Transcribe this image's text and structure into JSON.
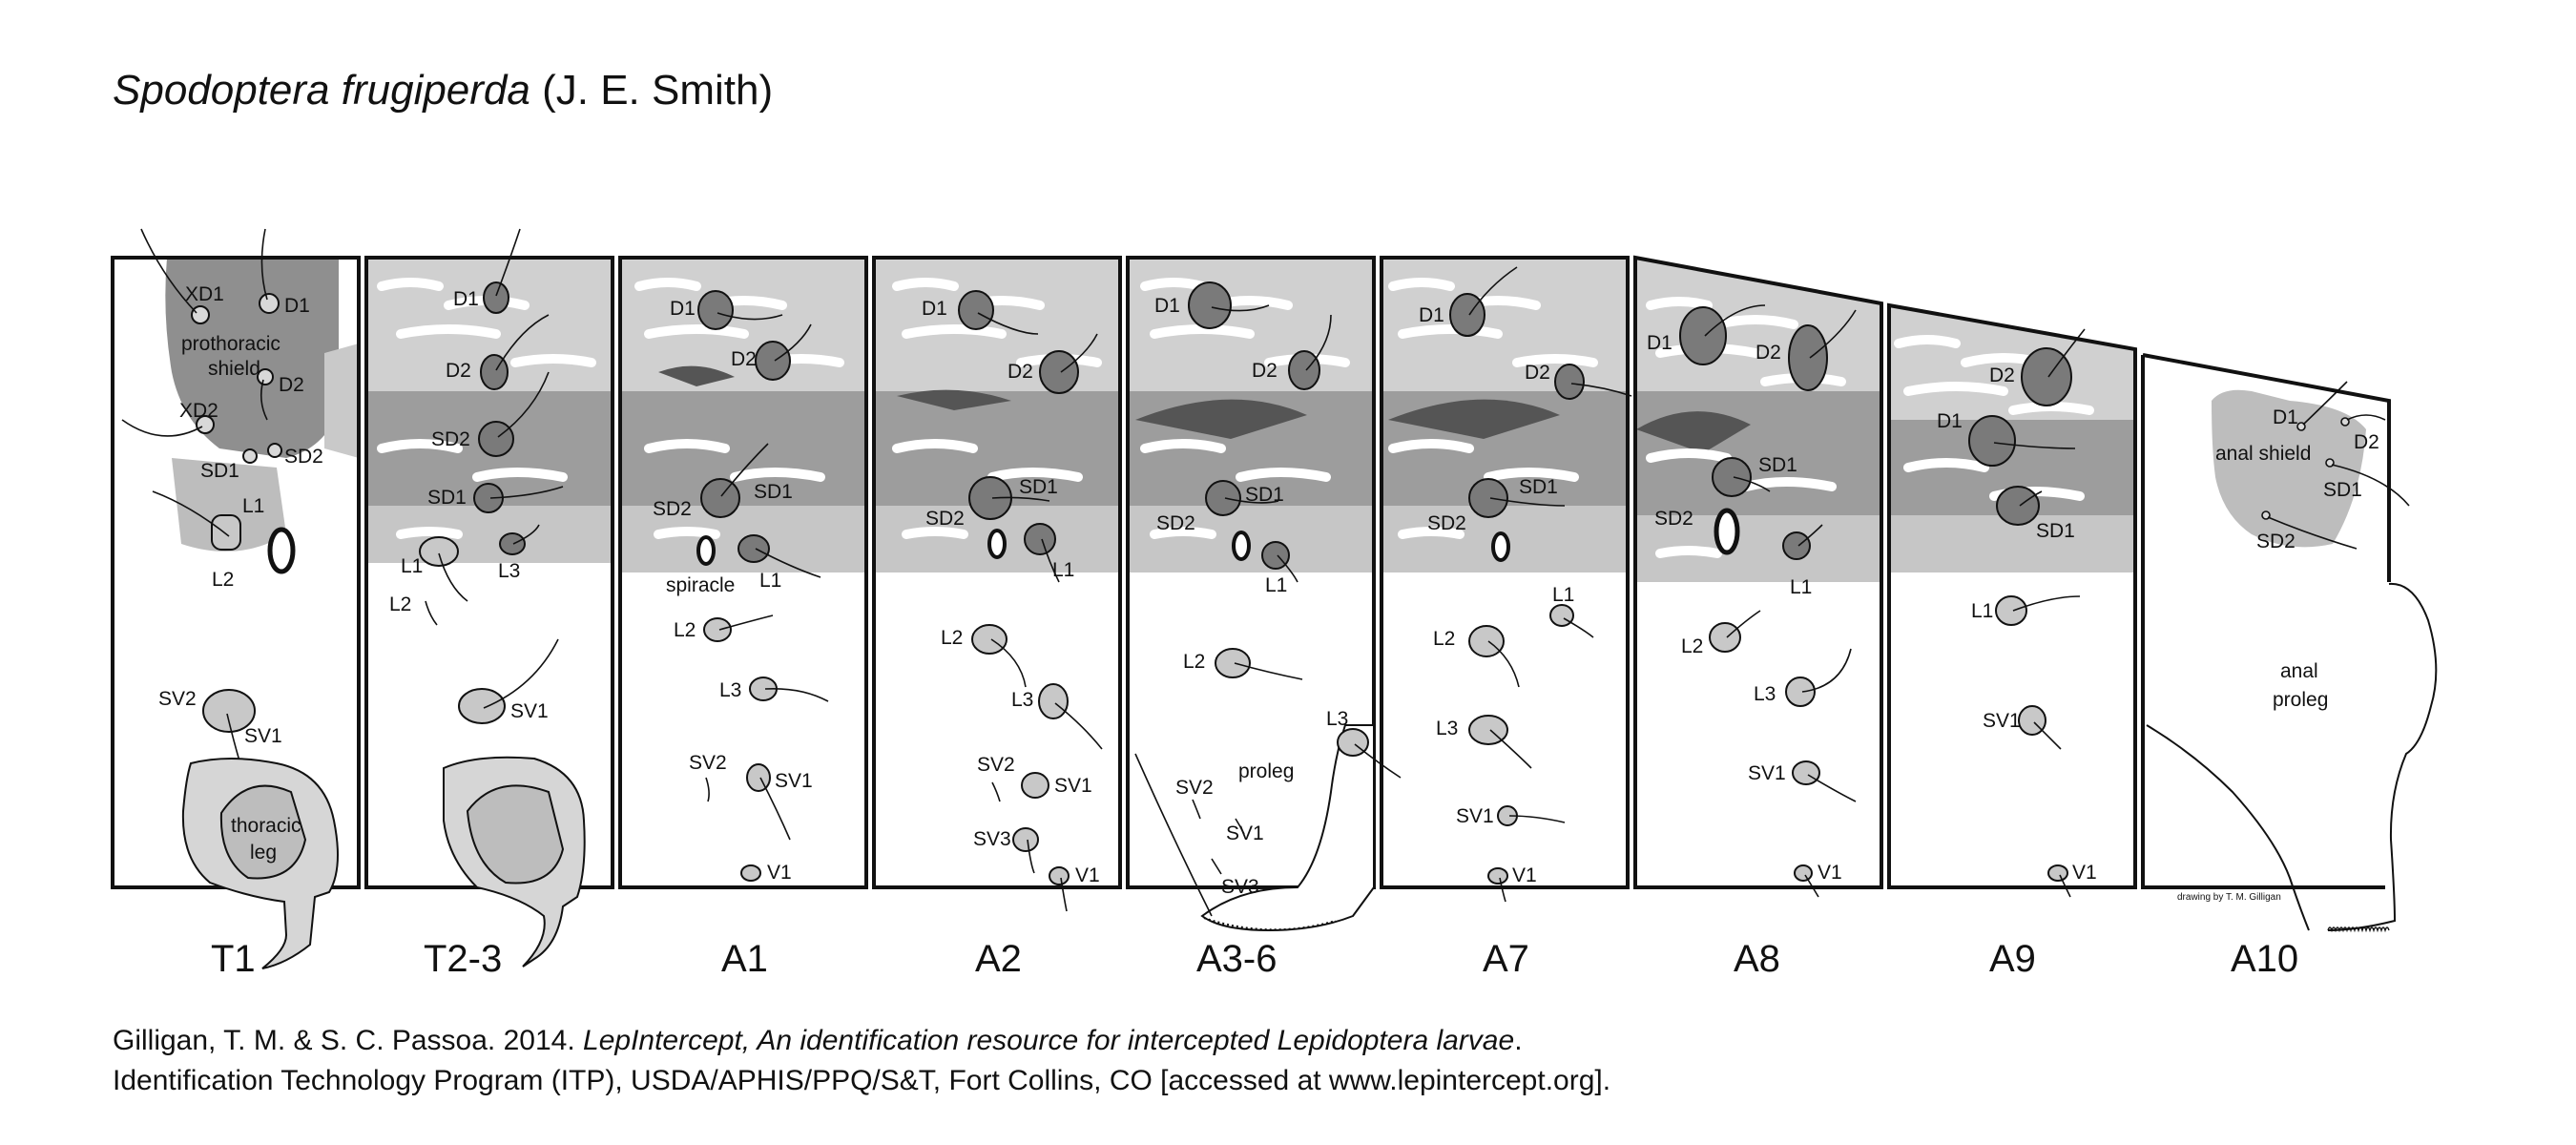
{
  "title": {
    "species": "Spodoptera frugiperda",
    "author": "(J. E. Smith)"
  },
  "segments": [
    "T1",
    "T2-3",
    "A1",
    "A2",
    "A3-6",
    "A7",
    "A8",
    "A9",
    "A10"
  ],
  "labels": {
    "t1": [
      "XD1",
      "D1",
      "prothoracic",
      "shield",
      "D2",
      "XD2",
      "SD2",
      "SD1",
      "L1",
      "L2",
      "SV2",
      "SV1",
      "thoracic",
      "leg"
    ],
    "t23": [
      "D1",
      "D2",
      "SD2",
      "SD1",
      "L1",
      "L3",
      "L2",
      "SV1"
    ],
    "a1": [
      "D1",
      "D2",
      "SD2",
      "SD1",
      "spiracle",
      "L1",
      "L2",
      "L3",
      "SV2",
      "SV1",
      "V1"
    ],
    "a2": [
      "D1",
      "D2",
      "SD1",
      "SD2",
      "L1",
      "L2",
      "L3",
      "SV2",
      "SV1",
      "SV3",
      "V1"
    ],
    "a36": [
      "D1",
      "D2",
      "SD1",
      "SD2",
      "L1",
      "L2",
      "L3",
      "proleg",
      "SV2",
      "SV1",
      "SV3"
    ],
    "a7": [
      "D1",
      "D2",
      "SD1",
      "SD2",
      "L1",
      "L2",
      "L3",
      "SV1",
      "V1"
    ],
    "a8": [
      "D1",
      "D2",
      "SD1",
      "SD2",
      "L1",
      "L2",
      "L3",
      "SV1",
      "V1"
    ],
    "a9": [
      "D2",
      "D1",
      "SD1",
      "L1",
      "SV1",
      "V1"
    ],
    "a10": [
      "D1",
      "D2",
      "anal shield",
      "SD1",
      "SD2",
      "anal",
      "proleg"
    ]
  },
  "artist_credit": "drawing by T. M. Gilligan",
  "citation": {
    "line1_start": "Gilligan, T. M. & S. C. Passoa. 2014. ",
    "line1_italic": "LepIntercept, An identification resource for intercepted Lepidoptera larvae",
    "line1_end": ".",
    "line2": "Identification Technology Program (ITP), USDA/APHIS/PPQ/S&T, Fort Collins, CO [accessed at www.lepintercept.org]."
  }
}
